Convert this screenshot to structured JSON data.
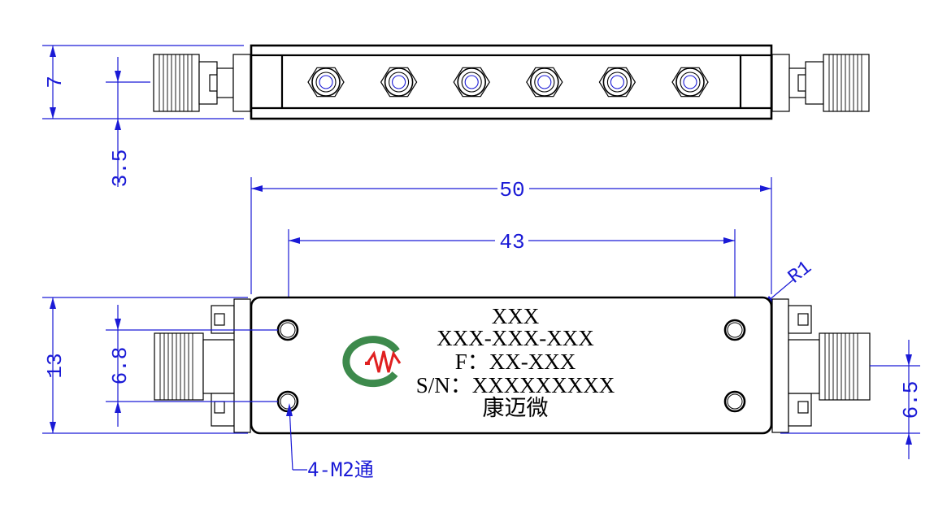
{
  "dimensions": {
    "top_height": "7",
    "top_half": "3.5",
    "overall_length": "50",
    "hole_spacing": "43",
    "radius": "R1",
    "body_height": "13",
    "hole_vertical": "6.8",
    "connector_offset": "6.5",
    "holes_note": "4-M2通"
  },
  "label": {
    "line1": "XXX",
    "line2": "XXX-XXX-XXX",
    "line3": "F：XX-XXX",
    "line4": "S/N：XXXXXXXXX",
    "line5": "康迈微"
  },
  "colors": {
    "dimension": "#1a1ad6",
    "outline": "#000000",
    "logo_red": "#e02020",
    "logo_green": "#3d8a4c"
  },
  "top_view": {
    "tuning_screw_count": 6
  }
}
